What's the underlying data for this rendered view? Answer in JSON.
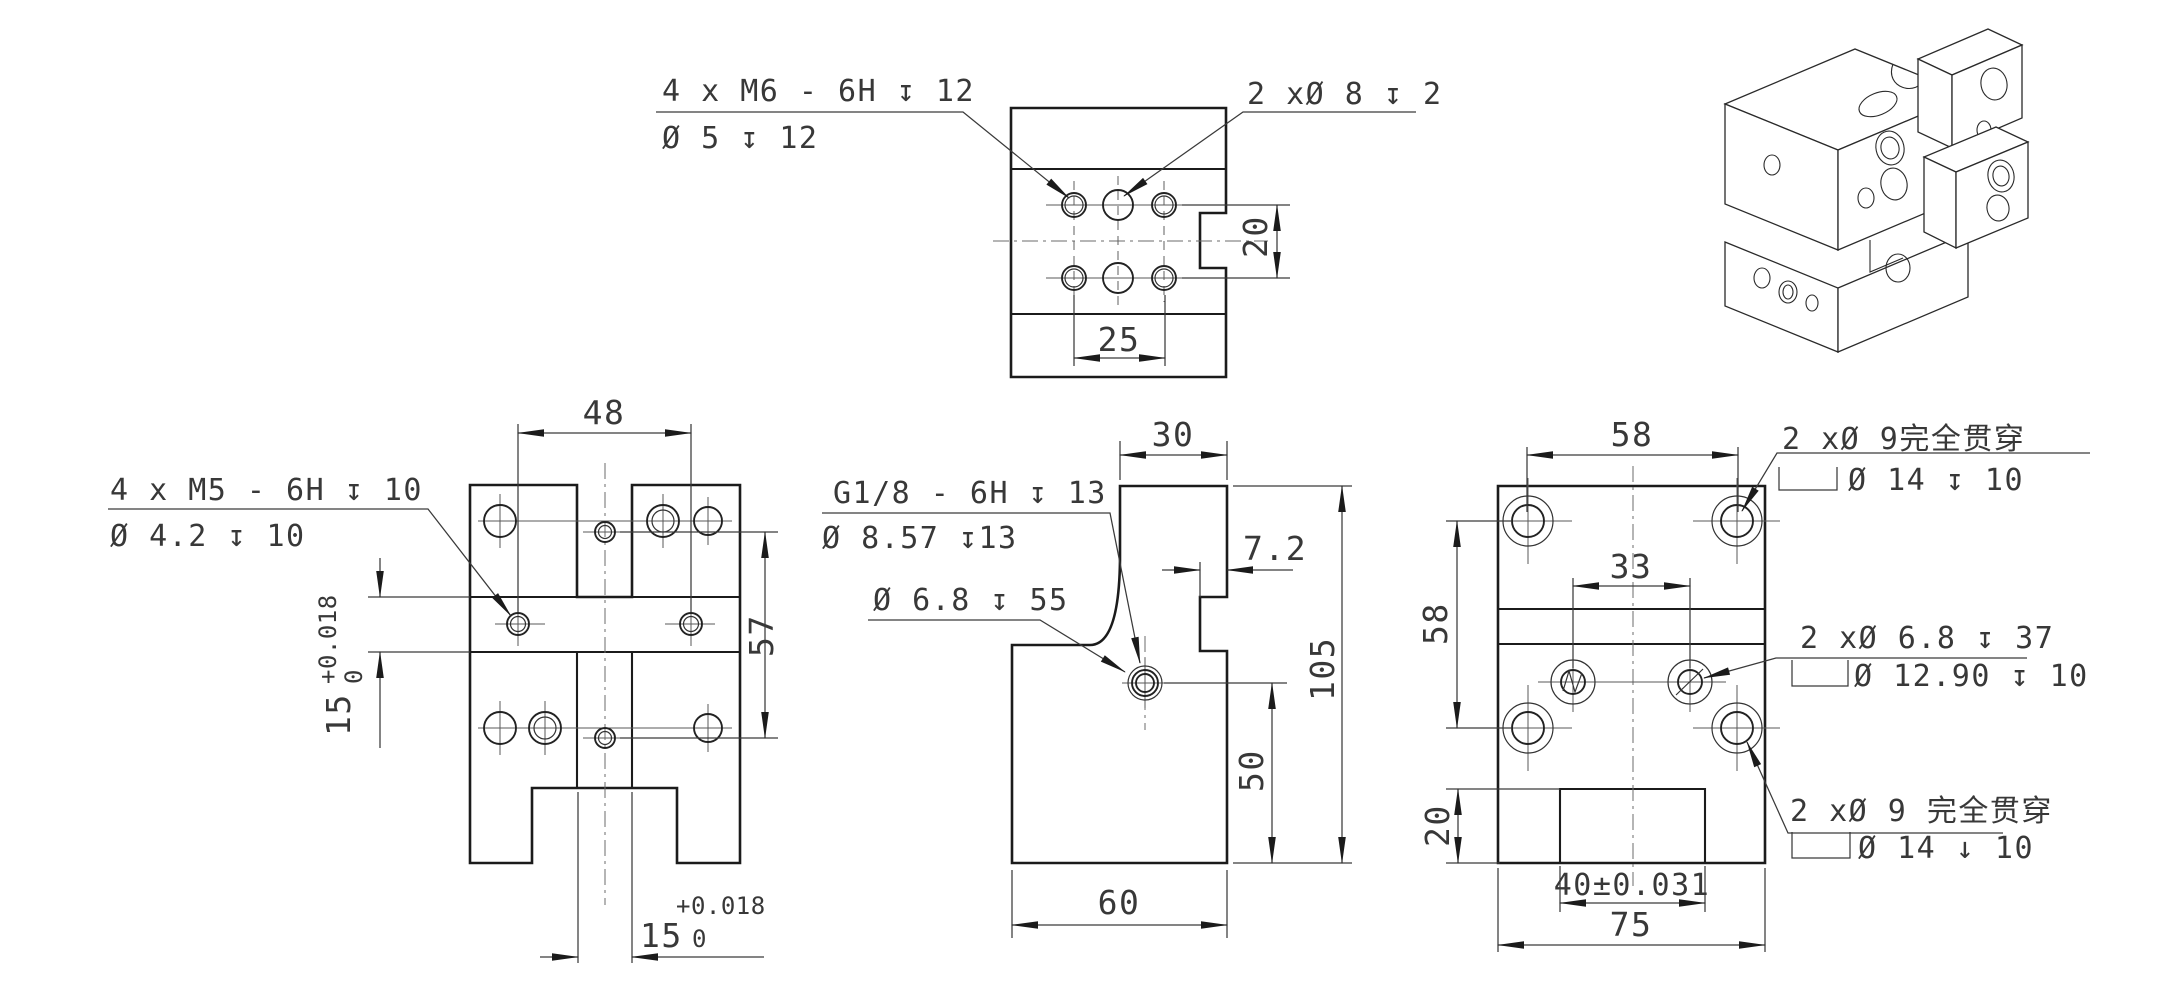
{
  "texts": {
    "callout_m6_line1": "4 x M6 - 6H ↧ 12",
    "callout_m6_line2": "Ø 5 ↧ 12",
    "callout_counterdrill8": "2 xØ 8 ↧ 2",
    "callout_m5_line1": "4 x M5 - 6H ↧ 10",
    "callout_m5_line2": "Ø 4.2 ↧ 10",
    "callout_g18_line1": "G1/8 - 6H ↧ 13",
    "callout_g18_line2": "Ø 8.57 ↧13",
    "callout_d68_deep": "Ø 6.8 ↧ 55",
    "callout_cb9_top_line1": "2 xØ 9完全贯穿",
    "callout_cb9_top_line2": "Ø 14 ↧ 10",
    "callout_d68_pair_line1": "2 xØ 6.8 ↧ 37",
    "callout_d68_pair_line2": "Ø 12.90 ↧ 10",
    "callout_cb9_bottom_line1": "2 xØ 9 完全贯穿",
    "callout_cb9_bottom_line2": "Ø 14 ↓ 10"
  },
  "dims": {
    "top_rows_20": "20",
    "top_holes_25": "25",
    "front_holes_48": "48",
    "front_holes_57": "57",
    "front_band_15": "15",
    "front_band_15_tol_upper": "+0.018",
    "front_band_15_tol_lower": "0",
    "front_slot_15": "15",
    "front_slot_15_tol_upper": "+0.018",
    "front_slot_15_tol_lower": "0",
    "side_top_30": "30",
    "side_step_72": "7.2",
    "side_height_105": "105",
    "side_hole_50": "50",
    "side_width_60": "60",
    "right_holes_58_top": "58",
    "right_holes_33": "33",
    "right_holes_58_left": "58",
    "right_groove_20": "20",
    "right_groove_40": "40±0.031",
    "right_width_75": "75"
  }
}
